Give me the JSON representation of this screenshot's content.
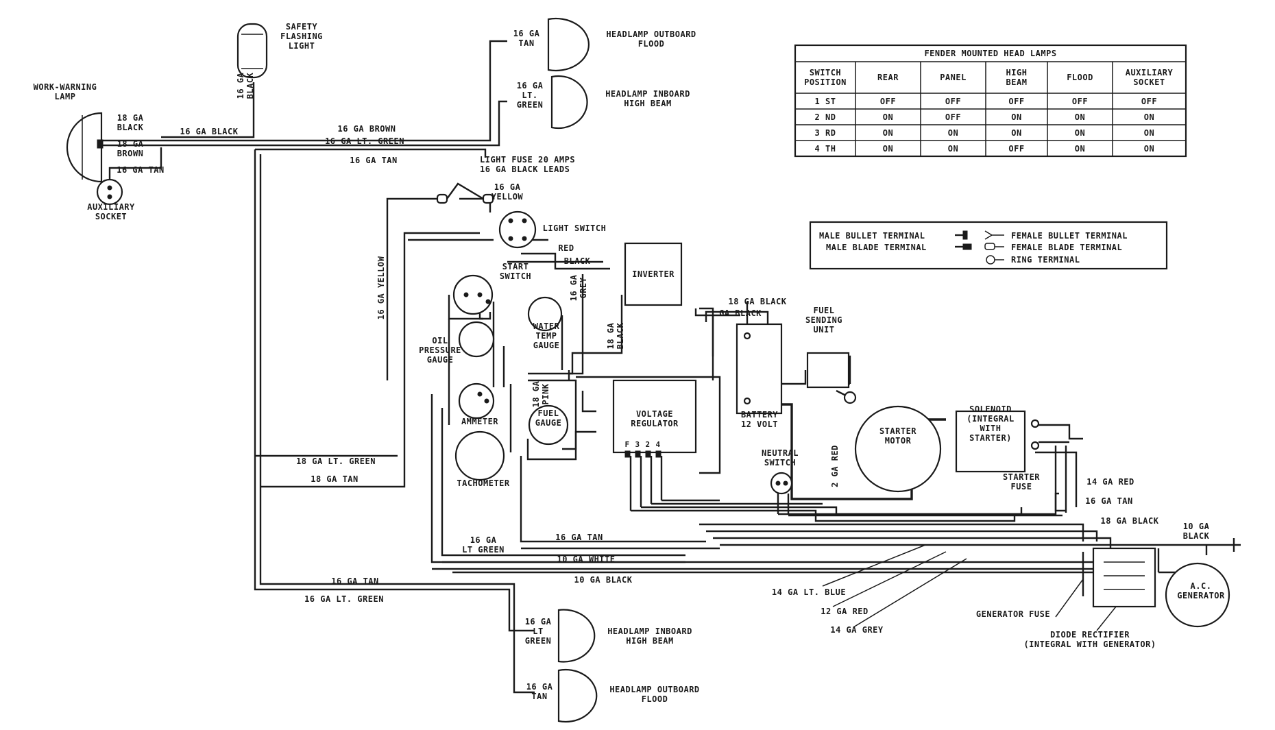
{
  "components": {
    "work_lamp": "WORK-WARNING\nLAMP",
    "safety_light": "SAFETY\nFLASHING\nLIGHT",
    "aux_socket": "AUXILIARY\nSOCKET",
    "hl_out_top": "HEADLAMP OUTBOARD\nFLOOD",
    "hl_in_top": "HEADLAMP INBOARD\nHIGH BEAM",
    "hl_in_bot": "HEADLAMP INBOARD\nHIGH BEAM",
    "hl_out_bot": "HEADLAMP OUTBOARD\nFLOOD",
    "light_fuse": "LIGHT FUSE 20 AMPS\n16 GA BLACK LEADS",
    "light_switch": "LIGHT SWITCH",
    "inverter": "INVERTER",
    "start_switch": "START\nSWITCH",
    "water_temp": "WATER\nTEMP\nGAUGE",
    "oil_pressure": "OIL\nPRESSURE\nGAUGE",
    "ammeter": "AMMETER",
    "fuel_gauge": "FUEL\nGAUGE",
    "tachometer": "TACHOMETER",
    "voltage_regulator": "VOLTAGE\nREGULATOR",
    "battery": "BATTERY\n12 VOLT",
    "fuel_sending": "FUEL\nSENDING\nUNIT",
    "starter_motor": "STARTER\nMOTOR",
    "solenoid": "SOLENOID\n(INTEGRAL\nWITH\nSTARTER)",
    "starter_fuse": "STARTER\nFUSE",
    "neutral_switch": "NEUTRAL\nSWITCH",
    "ac_generator": "A.C.\nGENERATOR",
    "generator_fuse": "GENERATOR FUSE",
    "diode_rectifier": "DIODE RECTIFIER\n(INTEGRAL WITH GENERATOR)"
  },
  "wires": {
    "w18_black_lamp": "18 GA\nBLACK",
    "w18_brown_lamp": "18 GA\nBROWN",
    "w16_black": "16 GA BLACK",
    "w16_tan_aux": "16 GA TAN",
    "w16_black_vert": "16 GA\nBLACK",
    "w16_brown": "16 GA BROWN",
    "w16_ltgreen_top": "16 GA LT. GREEN",
    "w16_tan_top": "16 GA TAN",
    "w16_tan_hl": "16 GA\nTAN",
    "w16_ltgreen_hl": "16 GA\nLT.\nGREEN",
    "w16_yellow_fuse": "16 GA\nYELLOW",
    "w16_yellow_vert": "16 GA YELLOW",
    "red": "RED",
    "black": "BLACK",
    "w16_grey": "16 GA\nGREY",
    "w18_black_inv": "18 GA\nBLACK",
    "w18_black_bat": "18 GA BLACK",
    "w_ga_black": "GA BLACK",
    "w18_pink": "18 GA\nPINK",
    "w18_ltgreen_mid": "18 GA LT. GREEN",
    "w18_tan_mid": "18 GA TAN",
    "w16_ltgreen_tach": "16 GA\nLT GREEN",
    "w16_tan_lower": "16 GA TAN",
    "w10_white": "10 GA WHITE",
    "w10_black": "10 GA BLACK",
    "w2_red": "2 GA RED",
    "w14_red": "14 GA RED",
    "w16_tan_right": "16 GA TAN",
    "w18_black_right": "18 GA BLACK",
    "w10_black_right": "10 GA\nBLACK",
    "w14_ltblue": "14 GA LT. BLUE",
    "w12_red": "12 GA RED",
    "w14_grey": "14 GA GREY",
    "w16_tan_bottom": "16 GA TAN",
    "w16_ltgreen_bottom": "16 GA LT. GREEN",
    "w16_ltgreen_hlb": "16 GA\nLT\nGREEN",
    "w16_tan_hlb": "16 GA\nTAN"
  },
  "regulator_terminals": [
    "F",
    "3",
    "2",
    "4"
  ],
  "table": {
    "title": "FENDER MOUNTED HEAD LAMPS",
    "headers": [
      "SWITCH\nPOSITION",
      "REAR",
      "PANEL",
      "HIGH\nBEAM",
      "FLOOD",
      "AUXILIARY\nSOCKET"
    ],
    "rows": [
      [
        "1 ST",
        "OFF",
        "OFF",
        "OFF",
        "OFF",
        "OFF"
      ],
      [
        "2 ND",
        "ON",
        "OFF",
        "ON",
        "ON",
        "ON"
      ],
      [
        "3 RD",
        "ON",
        "ON",
        "ON",
        "ON",
        "ON"
      ],
      [
        "4 TH",
        "ON",
        "ON",
        "OFF",
        "ON",
        "ON"
      ]
    ]
  },
  "legend": {
    "male_bullet": "MALE BULLET TERMINAL",
    "male_blade": "MALE BLADE TERMINAL",
    "female_bullet": "FEMALE BULLET TERMINAL",
    "female_blade": "FEMALE BLADE TERMINAL",
    "ring": "RING TERMINAL"
  }
}
